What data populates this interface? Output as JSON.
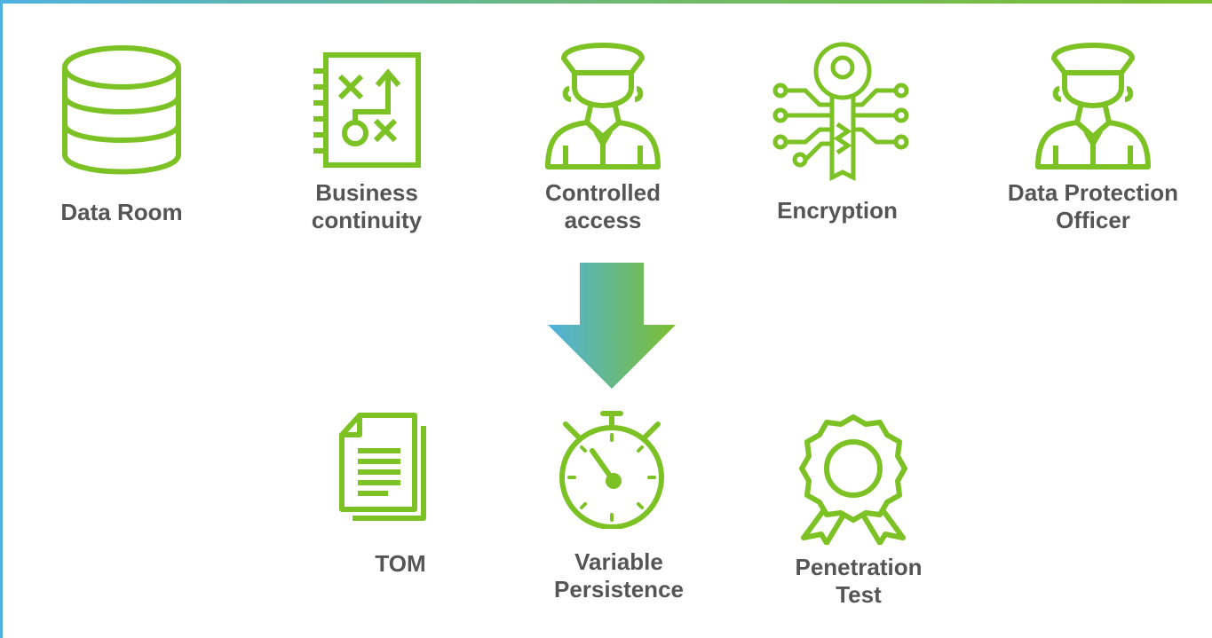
{
  "colors": {
    "icon_green": "#7cc225",
    "label_gray": "#555555",
    "gradient_blue": "#4fb1e0",
    "gradient_green": "#7cbf2e"
  },
  "top_row": [
    {
      "icon": "database-icon",
      "label": "Data Room"
    },
    {
      "icon": "strategy-board-icon",
      "label": "Business\ncontinuity"
    },
    {
      "icon": "security-guard-icon",
      "label": "Controlled\naccess"
    },
    {
      "icon": "circuit-key-icon",
      "label": "Encryption"
    },
    {
      "icon": "security-guard-icon",
      "label": "Data Protection\nOfficer"
    }
  ],
  "bottom_row": [
    {
      "icon": "document-icon",
      "label": "TOM"
    },
    {
      "icon": "stopwatch-icon",
      "label": "Variable\nPersistence"
    },
    {
      "icon": "award-badge-icon",
      "label": "Penetration\nTest"
    }
  ],
  "arrow": {
    "icon": "down-arrow-icon",
    "direction": "down"
  }
}
